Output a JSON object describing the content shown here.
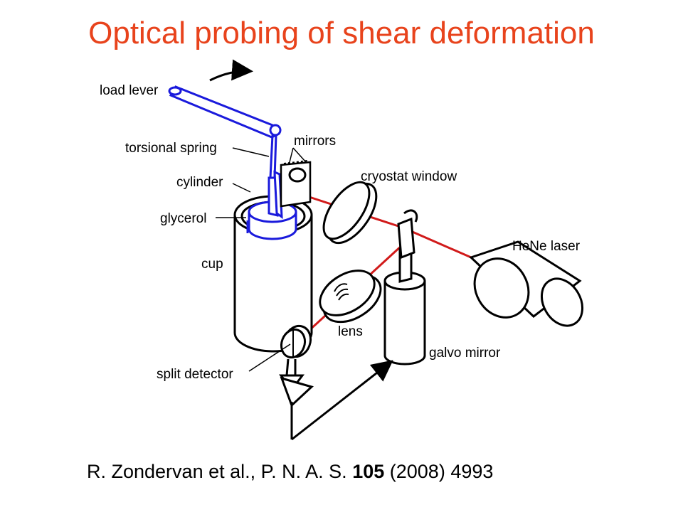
{
  "title": "Optical probing of shear deformation",
  "labels": {
    "load_lever": "load lever",
    "torsional_spring": "torsional spring",
    "mirrors": "mirrors",
    "cylinder": "cylinder",
    "cryostat_window": "cryostat window",
    "glycerol": "glycerol",
    "cup": "cup",
    "hene_laser": "HeNe laser",
    "lens": "lens",
    "galvo_mirror": "galvo mirror",
    "split_detector": "split detector"
  },
  "citation": {
    "prefix": "R. Zondervan et al., P. N. A. S. ",
    "volume": "105",
    "suffix": " (2008) 4993"
  },
  "colors": {
    "title": "#e8431c",
    "beam": "#d11a1a",
    "apparatus_blue": "#1a1adc",
    "outline": "#000000"
  }
}
